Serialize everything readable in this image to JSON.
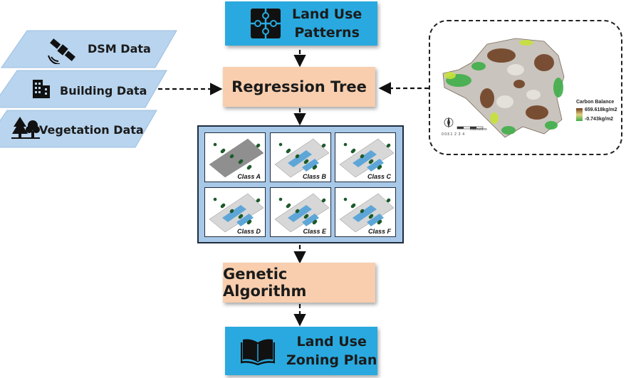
{
  "top_box": {
    "line1": "Land Use",
    "line2": "Patterns",
    "icon": "puzzle-icon"
  },
  "inputs": [
    {
      "label": "DSM Data",
      "icon": "satellite-icon"
    },
    {
      "label": "Building Data",
      "icon": "building-icon"
    },
    {
      "label": "Vegetation Data",
      "icon": "trees-icon"
    }
  ],
  "regression": {
    "label": "Regression Tree"
  },
  "classes": [
    "Class A",
    "Class B",
    "Class C",
    "Class D",
    "Class E",
    "Class F"
  ],
  "genetic": {
    "label": "Genetic Algorithm"
  },
  "bottom_box": {
    "line1": "Land Use",
    "line2": "Zoning Plan",
    "icon": "book-icon"
  },
  "map": {
    "legend_title": "Carbon Balance",
    "legend_high": "659.618kg/m2",
    "legend_low": "-0.743kg/m2",
    "scale_unit": "Kilometers",
    "scale_ticks": [
      "0 0.5 1",
      "2",
      "3",
      "4"
    ]
  },
  "colors": {
    "blue": "#29a9df",
    "peach": "#f8ceae",
    "input_fill": "#b8d4ee",
    "grid_fill": "#a8c8e8"
  }
}
